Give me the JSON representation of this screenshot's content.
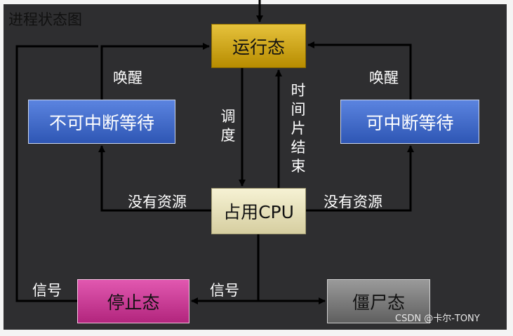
{
  "title": "进程状态图",
  "states": {
    "running": "运行态",
    "cpu": "占用CPU",
    "uninterruptible": "不可中断等待",
    "interruptible": "可中断等待",
    "stopped": "停止态",
    "zombie": "僵尸态"
  },
  "edges": {
    "wakeup_left": "唤醒",
    "wakeup_right": "唤醒",
    "schedule": "调度",
    "timeslice": "时间片结束",
    "no_resource_left": "没有资源",
    "no_resource_right": "没有资源",
    "signal_left": "信号",
    "signal_right": "信号"
  },
  "watermark": "CSDN @卡尔-TONY",
  "colors": {
    "background": "#2e2e30",
    "running": "#d4a800",
    "cpu": "#ebe5bd",
    "waiting": "#3f6ccc",
    "stopped": "#cc3d98",
    "zombie": "#7d7d7d",
    "lines": "#ffffff"
  }
}
